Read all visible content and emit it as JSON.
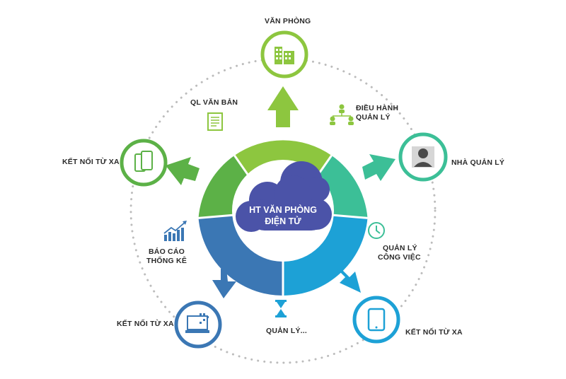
{
  "center": {
    "line1": "HT VĂN   PHÒNG",
    "line2": "ĐIỆN TỬ"
  },
  "nodes": {
    "top": "VĂN PHÒNG",
    "right": "NHÀ QUẢN LÝ",
    "bottom_right": "KẾT NỐI TỪ XA",
    "bottom_left": "KẾT NỐI TỪ XA",
    "left": "KẾT NỐI TỪ XA"
  },
  "features": {
    "ql_van_ban": "QL VĂN BẢN",
    "dieu_hanh_1": "ĐIỀU HÀNH",
    "dieu_hanh_2": "QUẢN LÝ",
    "quan_ly_cv_1": "QUẢN LÝ",
    "quan_ly_cv_2": "CÔNG VIỆC",
    "quan_ly": "QUẢN LÝ...",
    "bao_cao_1": "BÁO CÁO",
    "bao_cao_2": "THỐNG KÊ"
  },
  "colors": {
    "green": "#8dc63f",
    "dark_green": "#5cb147",
    "teal": "#3cbf97",
    "blue": "#1da1d6",
    "steel_blue": "#3b77b4",
    "cloud": "#4b53a8",
    "ring_dots": "#bcbcbc"
  },
  "icons": {
    "top": "building-icon",
    "right": "user-icon",
    "bottom_right": "tablet-icon",
    "bottom_left": "laptop-icon",
    "left": "phone-tablet-icon"
  }
}
